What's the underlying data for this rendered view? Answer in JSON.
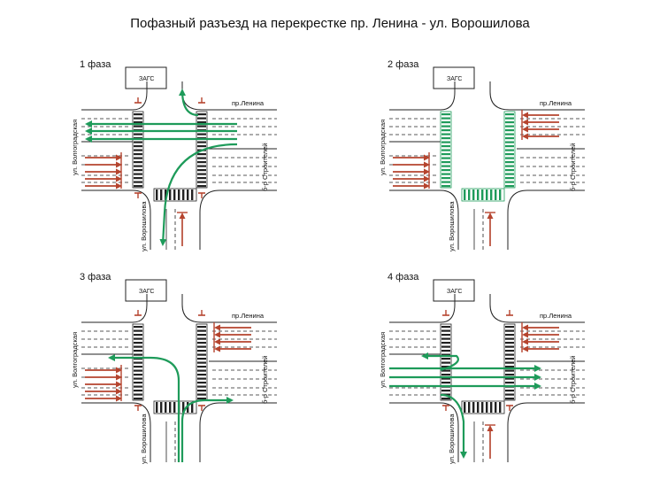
{
  "title": "Пофазный разъезд на перекрестке пр. Ленина - ул. Ворошилова",
  "labels": {
    "zags": "ЗАГС",
    "lenina": "пр.Ленина",
    "volgogradskaya": "ул. Волгоградская",
    "stroiteley": "б-р Строителей",
    "voroshilova": "ул. Ворошилова"
  },
  "phases": [
    {
      "name": "1 фаза"
    },
    {
      "name": "2 фаза"
    },
    {
      "name": "3 фаза"
    },
    {
      "name": "4 фаза"
    }
  ],
  "colors": {
    "green": "#1e9b5a",
    "red": "#b5442e",
    "road": "#222222"
  }
}
